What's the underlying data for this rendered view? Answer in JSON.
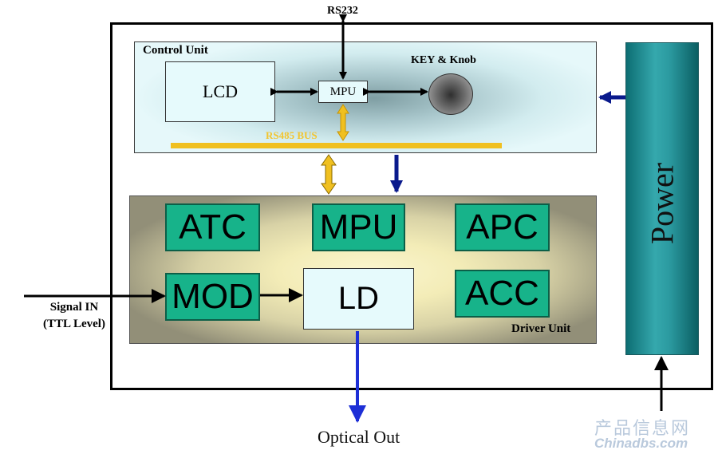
{
  "top_io": {
    "rs232_label": "RS232"
  },
  "control_unit": {
    "title": "Control Unit",
    "lcd_label": "LCD",
    "mpu_label": "MPU",
    "key_knob_label": "KEY & Knob",
    "bus_label": "RS485 BUS"
  },
  "driver_unit": {
    "title": "Driver Unit",
    "blocks": {
      "atc": "ATC",
      "mpu": "MPU",
      "apc": "APC",
      "mod": "MOD",
      "acc": "ACC",
      "ld": "LD"
    }
  },
  "power": {
    "label": "Power"
  },
  "signal_in": {
    "line1": "Signal IN",
    "line2": "(TTL Level)"
  },
  "optical_out": {
    "label": "Optical Out"
  },
  "watermark": {
    "line1": "产品信息网",
    "line2": "Chinadbs.com"
  },
  "colors": {
    "block_green": "#17b38a",
    "bus_yellow": "#f0c020",
    "arrow_blue": "#0a1a8c",
    "power_teal": "#2b9aa0"
  }
}
